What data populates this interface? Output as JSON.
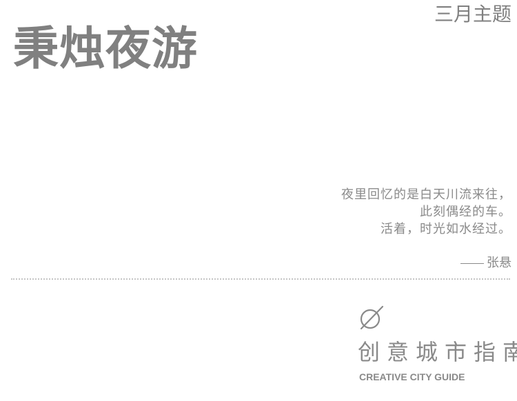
{
  "header": {
    "title": "秉烛夜游",
    "theme": "三月主题"
  },
  "poem": {
    "lines": [
      "夜里回忆的是白天川流来往，",
      "此刻偶经的车。",
      "活着，时光如水经过。"
    ],
    "author": "张悬"
  },
  "brand": {
    "symbol_icon": "empty-set-icon",
    "name_cn": "创意城市指南",
    "name_en": "CREATIVE CITY GUIDE"
  },
  "colors": {
    "text": "#808080",
    "divider": "#c4c4c4",
    "background": "#ffffff"
  }
}
